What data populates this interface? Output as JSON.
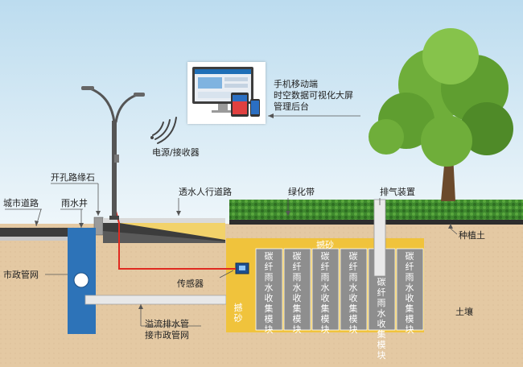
{
  "labels": {
    "monitor_line1": "手机移动端",
    "monitor_line2": "时空数据可视化大屏",
    "monitor_line3": "管理后台",
    "power_receiver": "电源/接收器",
    "curb_stone": "开孔路缘石",
    "city_road": "城市道路",
    "rain_well": "雨水井",
    "permeable_walkway": "透水人行道路",
    "green_belt": "绿化带",
    "vent_device": "排气装置",
    "planting_soil": "种植土",
    "municipal_network": "市政管网",
    "sensor": "传感器",
    "overflow_pipe_line1": "溢流排水管",
    "overflow_pipe_line2": "接市政管网",
    "soil": "土壤",
    "gravel_top": "撼砂",
    "gravel_side": "撼砂"
  },
  "modules": [
    "碳纤雨水收集模块",
    "碳纤雨水收集模块",
    "碳纤雨水收集模块",
    "碳纤雨水收集模块",
    "碳纤雨水收集模块",
    "碳纤雨水收集模块"
  ],
  "colors": {
    "sky": "#cfe6f4",
    "soil": "#e4c9a3",
    "gravel": "#f0c33c",
    "module": "#8e8e8e",
    "well": "#2d73b8",
    "wire": "#e02a20",
    "hedge": "#3f8a2e"
  }
}
